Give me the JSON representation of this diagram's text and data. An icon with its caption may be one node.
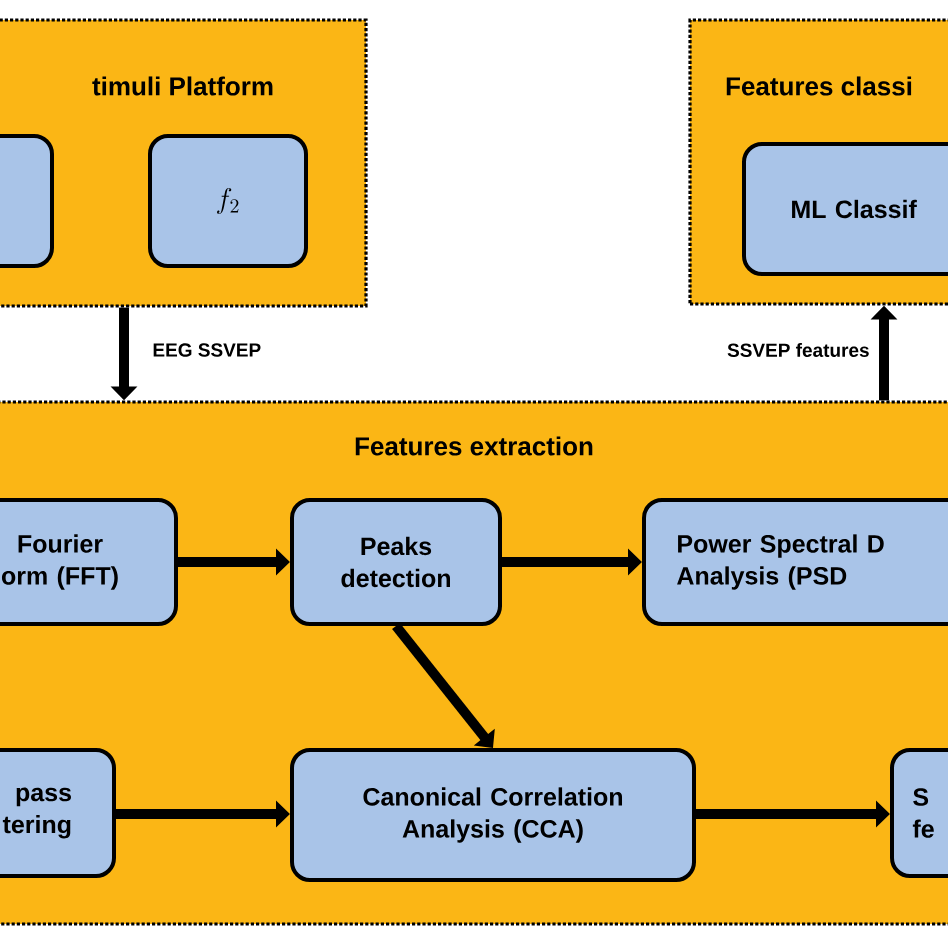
{
  "diagram": {
    "nodes": [
      {
        "text": [
          "timuli Platform"
        ]
      },
      {
        "text": [],
        "shape": "box",
        "in": 0
      },
      {
        "text": [
          "f_2"
        ],
        "in": 0
      },
      {
        "text": [
          "Features classi"
        ]
      },
      {
        "text": [
          "ML Classif"
        ],
        "in": 3
      },
      {
        "text": [
          "Features extraction"
        ]
      },
      {
        "text": [
          "Fourier orm (FFT)"
        ],
        "in": 5
      },
      {
        "text": [
          "Peaks detection"
        ],
        "in": 5
      },
      {
        "text": [
          "Power Spectral D Analysis (PSD"
        ],
        "in": 5
      },
      {
        "text": [
          "pass tering"
        ],
        "in": 5
      },
      {
        "text": [
          "Canonical Correlation Analysis (CCA)"
        ],
        "in": 5
      },
      {
        "text": [
          "S fe"
        ],
        "in": 5
      }
    ],
    "edges": [
      {
        "from": 0,
        "to": 5,
        "arrow": "to",
        "label": "EEG SSVEP"
      },
      {
        "from": 5,
        "to": 3,
        "arrow": "to",
        "label": "SSVEP features"
      },
      {
        "from": 6,
        "to": 7,
        "arrow": "to"
      },
      {
        "from": 7,
        "to": 8,
        "arrow": "to"
      },
      {
        "from": 7,
        "to": 10,
        "arrow": "to"
      },
      {
        "from": 9,
        "to": 10,
        "arrow": "to"
      },
      {
        "from": 10,
        "to": 11,
        "arrow": "to"
      }
    ]
  }
}
